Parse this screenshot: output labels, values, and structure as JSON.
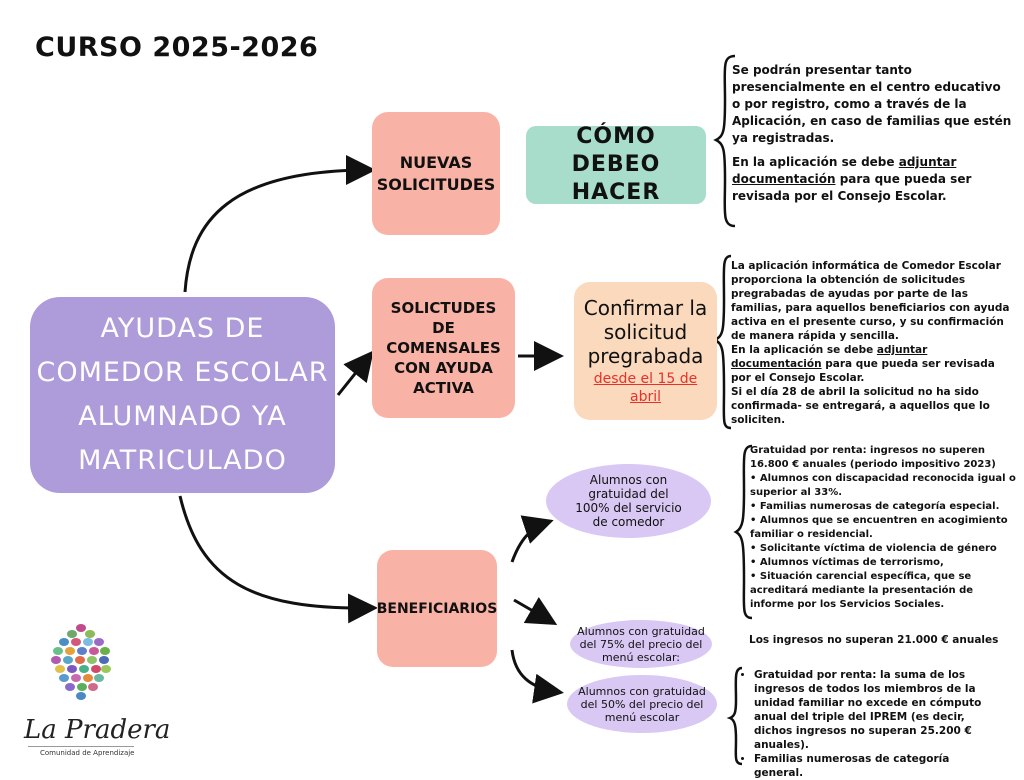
{
  "title": "CURSO 2025-2026",
  "main": {
    "line1": "AYUDAS DE",
    "line2": "COMEDOR ESCOLAR",
    "line3": "ALUMNADO YA",
    "line4": "MATRICULADO"
  },
  "nuevas": {
    "line1": "NUEVAS",
    "line2": "SOLICITUDES"
  },
  "como": {
    "line1": "CÓMO",
    "line2": "DEBEO HACER"
  },
  "nuevas_info": {
    "p1": "Se podrán presentar tanto presencialmente en el centro educativo o por registro, como a través de la Aplicación, en caso de familias que estén ya registradas.",
    "p2_a": "En la aplicación se debe ",
    "p2_u": "adjuntar documentación",
    "p2_b": " para que pueda ser revisada por el Consejo Escolar."
  },
  "solicitudes": {
    "line1": "SOLICTUDES",
    "line2": "DE",
    "line3": "COMENSALES",
    "line4": "CON AYUDA",
    "line5": "ACTIVA"
  },
  "confirmar": {
    "line1": "Confirmar la",
    "line2": "solicitud",
    "line3": "pregrabada",
    "date1": "desde el 15 de",
    "date2": "abril"
  },
  "solicitudes_info": {
    "p1": "La aplicación informática de Comedor Escolar proporciona la obtención de solicitudes pregrabadas de ayudas por parte de las familias, para aquellos beneficiarios con ayuda activa en el presente curso, y su confirmación de manera rápida y sencilla.",
    "p2_a": "En la aplicación se debe ",
    "p2_u": "adjuntar documentación",
    "p2_b": " para que pueda ser revisada por el Consejo Escolar.",
    "p3": "Si el día 28 de abril la solicitud no ha sido confirmada- se entregará, a aquellos que lo soliciten."
  },
  "beneficiarios": {
    "label": "BENEFICIARIOS"
  },
  "oval_100": {
    "line1": "Alumnos con",
    "line2": "gratuidad del",
    "line3": "100% del servicio",
    "line4": "de comedor"
  },
  "oval_75": {
    "line1": "Alumnos con gratuidad",
    "line2": "del 75% del precio del",
    "line3": "menú escolar:"
  },
  "oval_50": {
    "line1": "Alumnos con gratuidad",
    "line2": "del 50% del precio del",
    "line3": "menú escolar"
  },
  "info_100": [
    "Gratuidad por renta: ingresos no superen 16.800 € anuales (periodo impositivo 2023)",
    "• Alumnos con discapacidad reconocida igual o superior al 33%.",
    " • Familias numerosas de categoría especial.",
    " • Alumnos que se encuentren en acogimiento familiar o residencial.",
    "• Solicitante víctima de violencia de género",
    " • Alumnos víctimas de terrorismo,",
    "• Situación carencial específica, que se acreditará mediante la presentación de informe por los Servicios Sociales."
  ],
  "info_75": "Los ingresos no superan 21.000 € anuales",
  "info_50": [
    "Gratuidad por renta: la suma de los ingresos de todos los miembros de la unidad familiar no excede en cómputo anual del triple del IPREM (es decir, dichos ingresos no superan 25.200 € anuales).",
    " Familias numerosas de categoría general."
  ],
  "logo": {
    "name": "La Pradera",
    "subtitle": "Comunidad de Aprendizaje"
  },
  "colors": {
    "main": "#ae9bd9",
    "pink": "#f9b3a6",
    "mint": "#a8dccb",
    "peach": "#fad9bd",
    "lavender": "#d9c8f3",
    "accent_red": "#e6322a"
  }
}
